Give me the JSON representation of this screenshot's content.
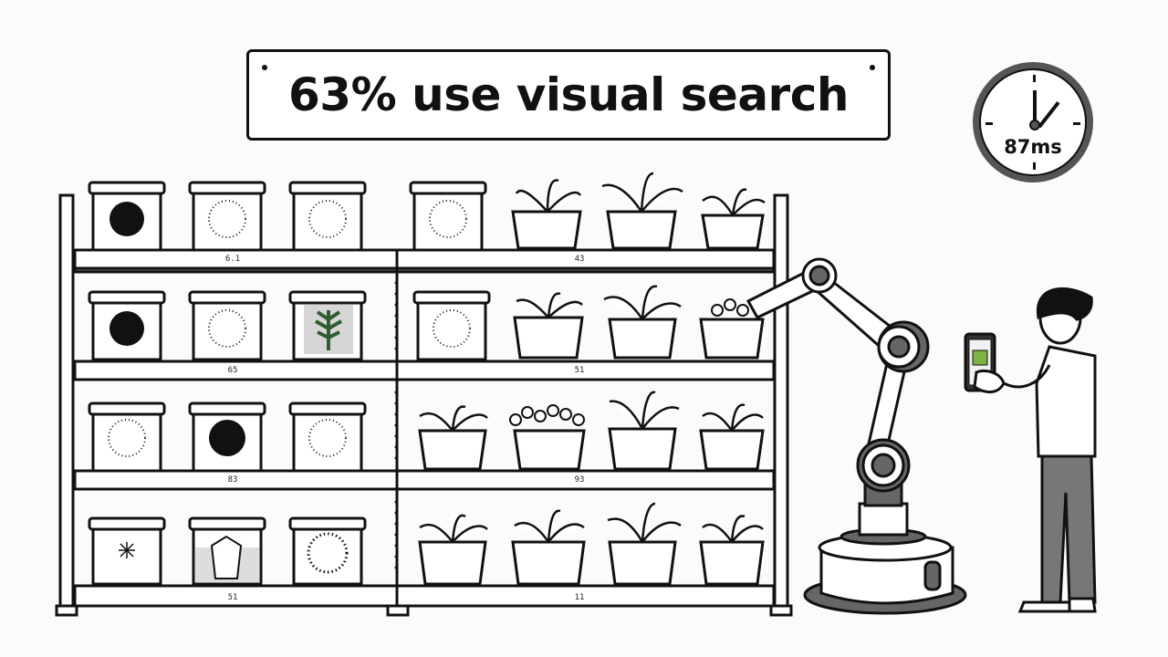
{
  "banner": {
    "text": "63% use visual search"
  },
  "timer": {
    "label": "87ms",
    "icon": "clock-icon"
  },
  "shelf": {
    "rows": [
      {
        "left_label": "6.1",
        "right_label": "43",
        "left_items": [
          "dark-dotted-bin",
          "light-dotted-bin",
          "light-dotted-bin",
          "light-dotted-bin"
        ],
        "right_items": [
          "potted-plant",
          "potted-plant",
          "potted-plant"
        ]
      },
      {
        "left_label": "65",
        "right_label": "51",
        "left_items": [
          "dark-dotted-bin",
          "light-dotted-bin",
          "plant-photo-bin",
          "light-dotted-bin"
        ],
        "right_items": [
          "potted-plant",
          "potted-plant",
          "potted-plant"
        ]
      },
      {
        "left_label": "83",
        "right_label": "93",
        "left_items": [
          "light-dotted-bin",
          "dark-dotted-bin",
          "light-dotted-bin"
        ],
        "right_items": [
          "potted-plant",
          "potted-plant",
          "potted-plant",
          "potted-plant"
        ]
      },
      {
        "left_label": "51",
        "right_label": "11",
        "left_items": [
          "spark-bin",
          "bucket-bin",
          "dotted-bin"
        ],
        "right_items": [
          "potted-plant",
          "potted-plant",
          "potted-plant",
          "potted-plant"
        ]
      }
    ]
  },
  "robot": {
    "description": "robotic arm picking plant from shelf"
  },
  "person": {
    "description": "person holding smartphone with plant image on screen",
    "phone_accent": "#7cb342"
  }
}
